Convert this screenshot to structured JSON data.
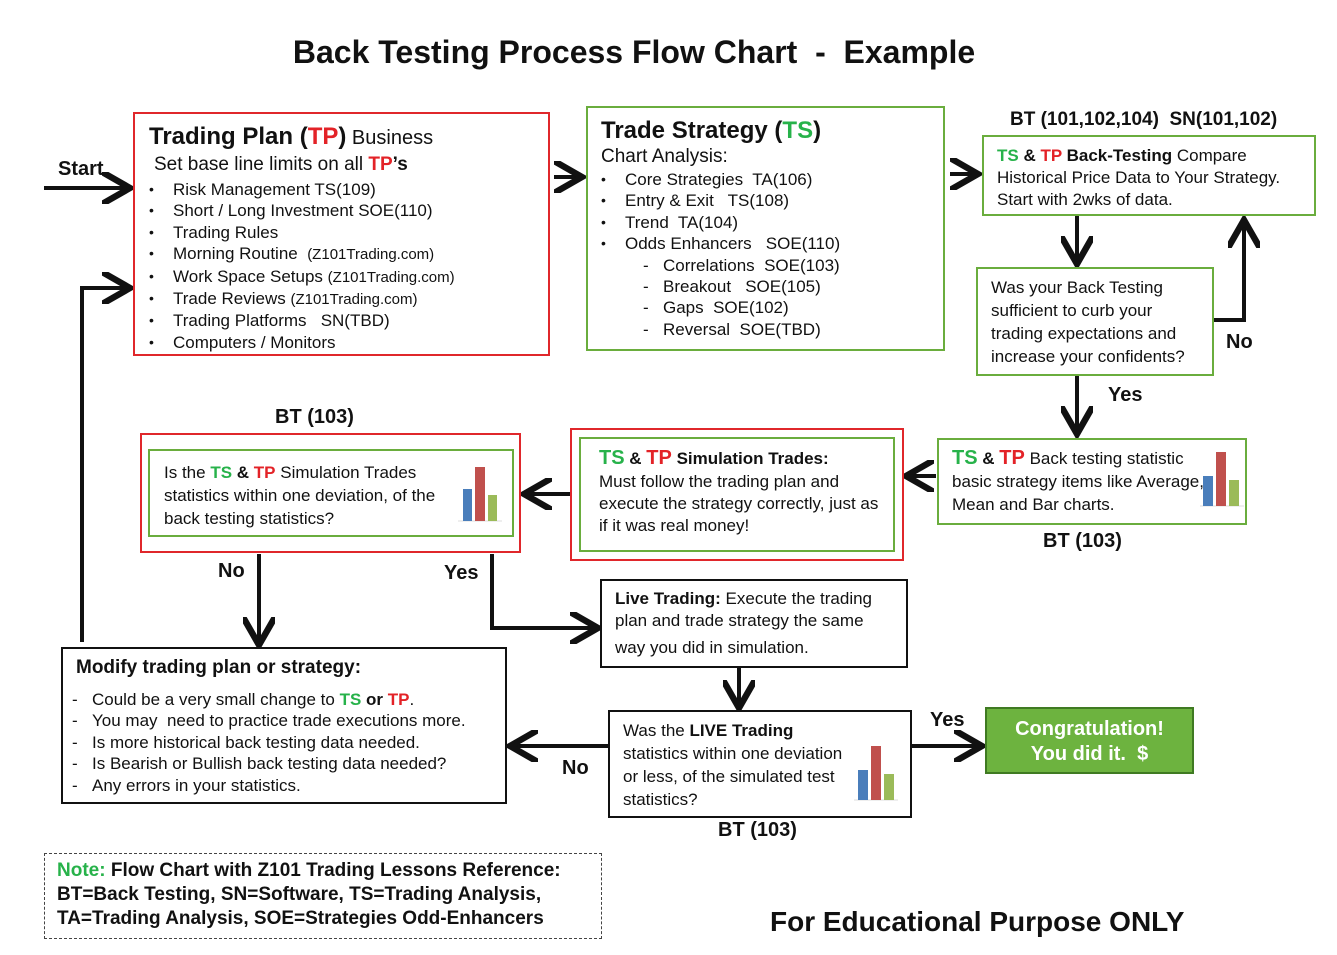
{
  "title": "Back Testing Process Flow Chart  -  Example",
  "labels": {
    "start": "Start",
    "bt_ref_top": "BT (101,102,104)  SN(101,102)",
    "bt_103_left": "BT (103)",
    "bt_103_right": "BT (103)",
    "bt_103_bottom": "BT (103)",
    "no_right": "No",
    "yes_right": "Yes",
    "no_mid": "No",
    "yes_mid": "Yes",
    "no_bottom": "No",
    "yes_bottom": "Yes",
    "footer": "For Educational Purpose ONLY"
  },
  "trading_plan": {
    "title_a": "Trading Plan (",
    "title_tp": "TP",
    "title_b": ")",
    "title_tail": " Business",
    "subtitle_a": "Set base line limits on all ",
    "subtitle_tp": "TP",
    "subtitle_b": "’s",
    "items": [
      {
        "text": "Risk Management  TS(109)",
        "ref": ""
      },
      {
        "text": "Short / Long Investment  SOE(110)",
        "ref": ""
      },
      {
        "text": "Trading Rules",
        "ref": ""
      },
      {
        "text": "Morning Routine  ",
        "ref": "(Z101Trading.com)"
      },
      {
        "text": "Work Space Setups ",
        "ref": "(Z101Trading.com)"
      },
      {
        "text": "Trade Reviews ",
        "ref": "(Z101Trading.com)"
      },
      {
        "text": "Trading Platforms   SN(TBD)",
        "ref": ""
      },
      {
        "text": "Computers / Monitors",
        "ref": ""
      }
    ]
  },
  "trade_strategy": {
    "title_a": "Trade Strategy (",
    "title_ts": "TS",
    "title_b": ")",
    "subtitle": "Chart Analysis:",
    "items": [
      "Core Strategies  TA(106)",
      "Entry & Exit   TS(108)",
      "Trend  TA(104)",
      "Odds Enhancers   SOE(110)"
    ],
    "sub_items": [
      "Correlations  SOE(103)",
      "Breakout   SOE(105)",
      "Gaps  SOE(102)",
      "Reversal  SOE(TBD)"
    ]
  },
  "back_testing": {
    "ts": "TS",
    "amp": " & ",
    "tp": "TP",
    "bold": " Back-Testing",
    "rest": " Compare Historical Price Data to Your Strategy. Start with 2wks of data."
  },
  "decision_back_testing": {
    "text": "Was your Back Testing sufficient to curb your trading expectations and increase your confidents?"
  },
  "statistics": {
    "ts": "TS",
    "amp": " & ",
    "tp": "TP",
    "rest": " Back testing statistic basic strategy items like Average, Mean and Bar charts."
  },
  "simulation": {
    "ts": "TS",
    "amp": " & ",
    "tp": "TP",
    "bold": " Simulation Trades:",
    "rest": "Must follow the trading plan and execute the strategy correctly, just as if it was real money!"
  },
  "decision_simulation": {
    "a": "Is the ",
    "ts": "TS",
    "amp": " & ",
    "tp": "TP",
    "rest": " Simulation Trades statistics within one deviation, of the back testing statistics?"
  },
  "live_trading": {
    "bold": "Live Trading:",
    "rest": " Execute the trading plan and trade strategy the same",
    "line3": "way you did in simulation."
  },
  "modify": {
    "title": "Modify trading plan or strategy:",
    "item1_a": "Could be a very small change to ",
    "item1_ts": "TS",
    "item1_or": " or ",
    "item1_tp": "TP",
    "item1_end": ".",
    "items": [
      "You may  need to practice trade executions more.",
      "Is more historical back testing data needed.",
      "Is Bearish or Bullish back testing data needed?",
      "Any errors in your statistics."
    ]
  },
  "decision_live": {
    "a": "Was the ",
    "bold": "LIVE Trading",
    "rest": " statistics within one deviation or less, of the simulated test statistics?"
  },
  "congrats": {
    "line1": "Congratulation!",
    "line2": "You did it.  $"
  },
  "note": {
    "label": "Note:",
    "line1": " Flow Chart with Z101 Trading Lessons Reference:",
    "line2": "BT=Back Testing, SN=Software, TS=Trading Analysis,",
    "line3": "TA=Trading Analysis, SOE=Strategies Odd-Enhancers"
  },
  "colors": {
    "red": "#e0272b",
    "green": "#6aad3d",
    "ts_green": "#27b24a",
    "tp_red": "#e32227",
    "congrats_bg": "#6db33f",
    "bar_blue": "#4a7ebb",
    "bar_red": "#c0504d",
    "bar_green": "#9bbb59"
  },
  "icons": [
    "bar-chart-icon"
  ]
}
